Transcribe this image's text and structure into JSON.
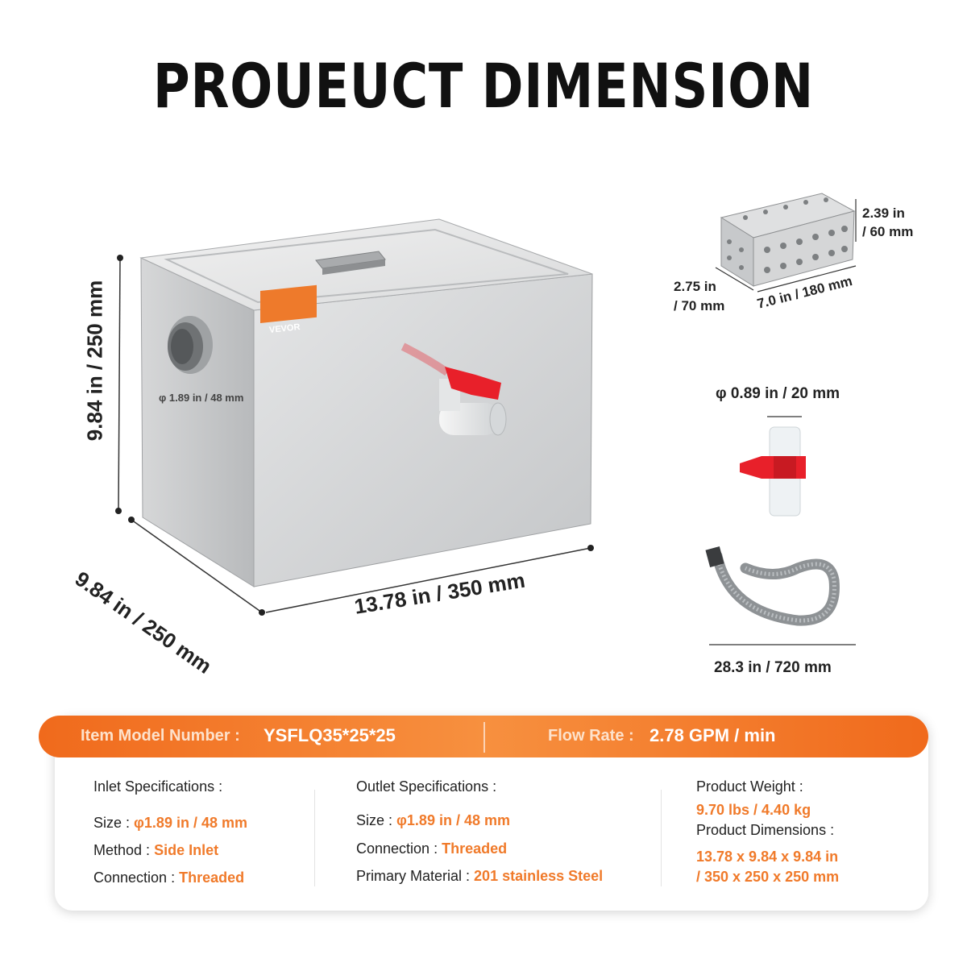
{
  "title": "PROUEUCT DIMENSION",
  "brand_label": "VEVOR",
  "dimensions": {
    "height": "9.84 in / 250 mm",
    "depth": "9.84 in / 250 mm",
    "width": "13.78 in / 350 mm",
    "inlet_diameter": "φ 1.89 in / 48 mm",
    "basket_height_1": "2.39 in",
    "basket_height_2": "/ 60 mm",
    "basket_width_1": "2.75 in",
    "basket_width_2": "/ 70 mm",
    "basket_length": "7.0 in / 180 mm",
    "valve_diameter": "φ 0.89 in / 20 mm",
    "hose_length": "28.3 in / 720 mm"
  },
  "header_bar": {
    "model_label": "Item Model Number :",
    "model_value": "YSFLQ35*25*25",
    "flow_label": "Flow Rate :",
    "flow_value": "2.78 GPM / min"
  },
  "inlet": {
    "heading": "Inlet Specifications :",
    "size_label": "Size :",
    "size_value": "φ1.89 in / 48 mm",
    "method_label": "Method :",
    "method_value": "Side Inlet",
    "connection_label": "Connection :",
    "connection_value": "Threaded"
  },
  "outlet": {
    "heading": "Outlet Specifications :",
    "size_label": "Size :",
    "size_value": "φ1.89 in / 48 mm",
    "connection_label": "Connection :",
    "connection_value": "Threaded",
    "material_label": "Primary Material :",
    "material_value": "201 stainless Steel"
  },
  "product": {
    "weight_label": "Product Weight :",
    "weight_value": "9.70 lbs / 4.40 kg",
    "dimensions_label": "Product Dimensions :",
    "dimensions_value_1": "13.78 x 9.84 x 9.84 in",
    "dimensions_value_2": "/ 350 x 250 x 250 mm"
  },
  "colors": {
    "accent": "#f07a2a",
    "valve": "#e8202a",
    "steel": "#c9cbcd"
  }
}
